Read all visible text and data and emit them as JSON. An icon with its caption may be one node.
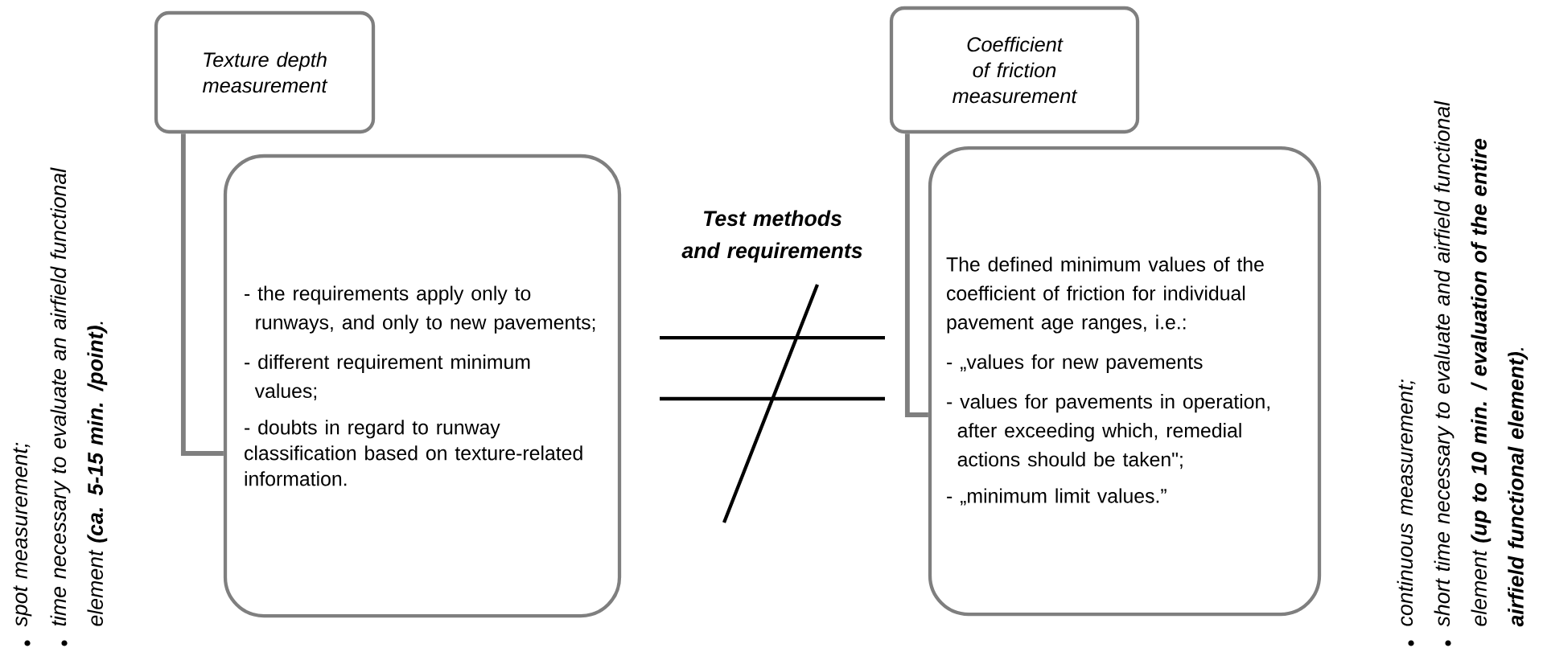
{
  "diagram": {
    "nodes": [
      {
        "text": [
          "Texture depth measurement"
        ]
      },
      {
        "text": [
          "- the requirements apply only to runways, and only to new pavements;",
          "- different requirement minimum values;",
          "- doubts in regard to runway classification based on texture-related information."
        ]
      },
      {
        "text": [
          "Coefficient of friction measurement"
        ]
      },
      {
        "text": [
          "The defined minimum values of the coefficient of friction for individual pavement age ranges, i.e.:",
          "- „values for new pavements",
          "- values for pavements in operation, after exceeding which, remedial actions should be taken\";",
          "- „minimum limit values.”"
        ]
      }
    ],
    "edges": [
      {
        "from": 0,
        "to": 1,
        "arrow": "none"
      },
      {
        "from": 2,
        "to": 3,
        "arrow": "none"
      }
    ],
    "labels": [
      "Test methods and requirements",
      "spot measurement;",
      "time necessary to evaluate an airfield functional element **(ca. 5-15 min. /point)**.",
      "continuous measurement;",
      "short time necessary to evaluate and airfield functional element **(up to 10 min. / evaluation of the entire airfield functional element)**."
    ]
  }
}
